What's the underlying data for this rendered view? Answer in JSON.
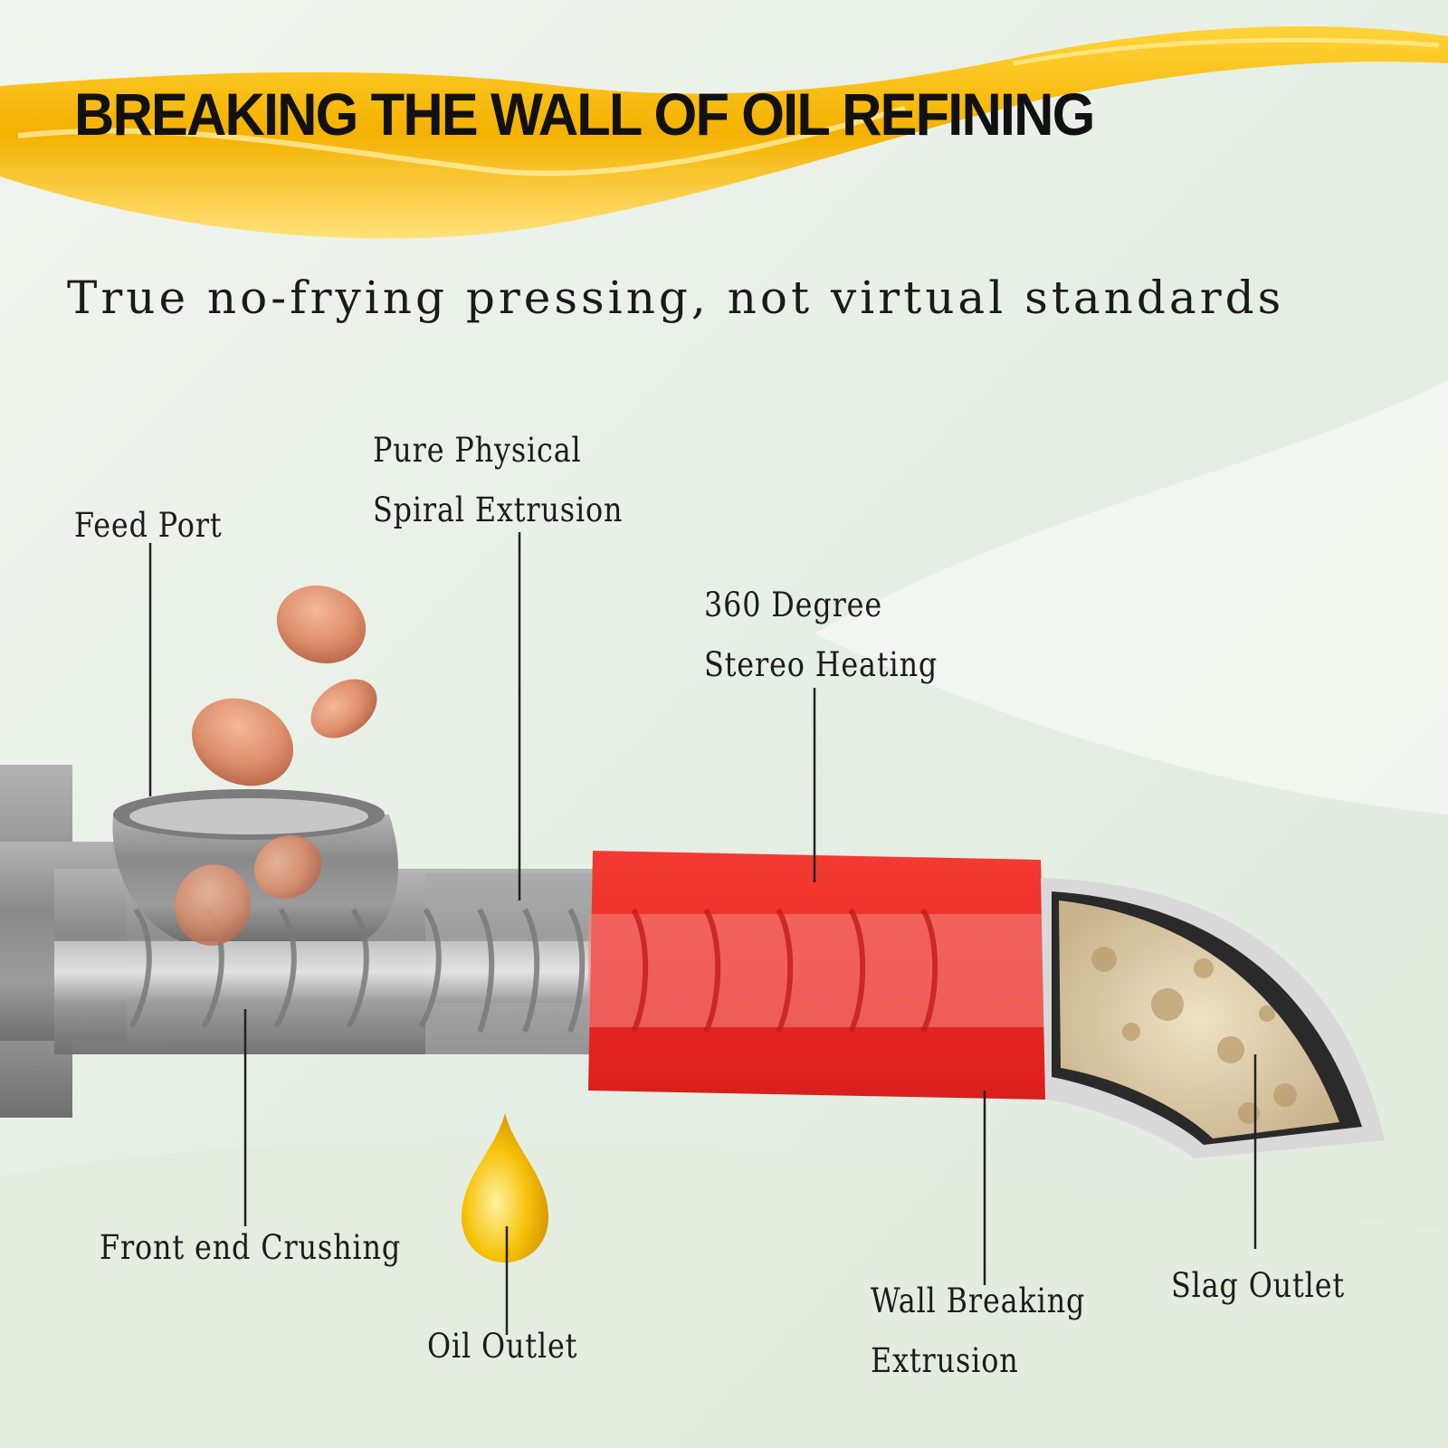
{
  "header": {
    "title": "BREAKING THE WALL OF OIL REFINING",
    "subtitle": "True no-frying pressing, not virtual standards"
  },
  "callouts": {
    "feed_port": "Feed Port",
    "spiral_line1": "Pure Physical",
    "spiral_line2": "Spiral Extrusion",
    "heating_line1": "360 Degree",
    "heating_line2": "Stereo Heating",
    "front_crushing": "Front end Crushing",
    "oil_outlet": "Oil Outlet",
    "wall_line1": "Wall Breaking",
    "wall_line2": "Extrusion",
    "slag_outlet": "Slag Outlet"
  },
  "colors": {
    "background": "#eaf0e8",
    "oil": "#f2b705",
    "heater": "#ee2a25",
    "metal": "#8f8f8f"
  }
}
